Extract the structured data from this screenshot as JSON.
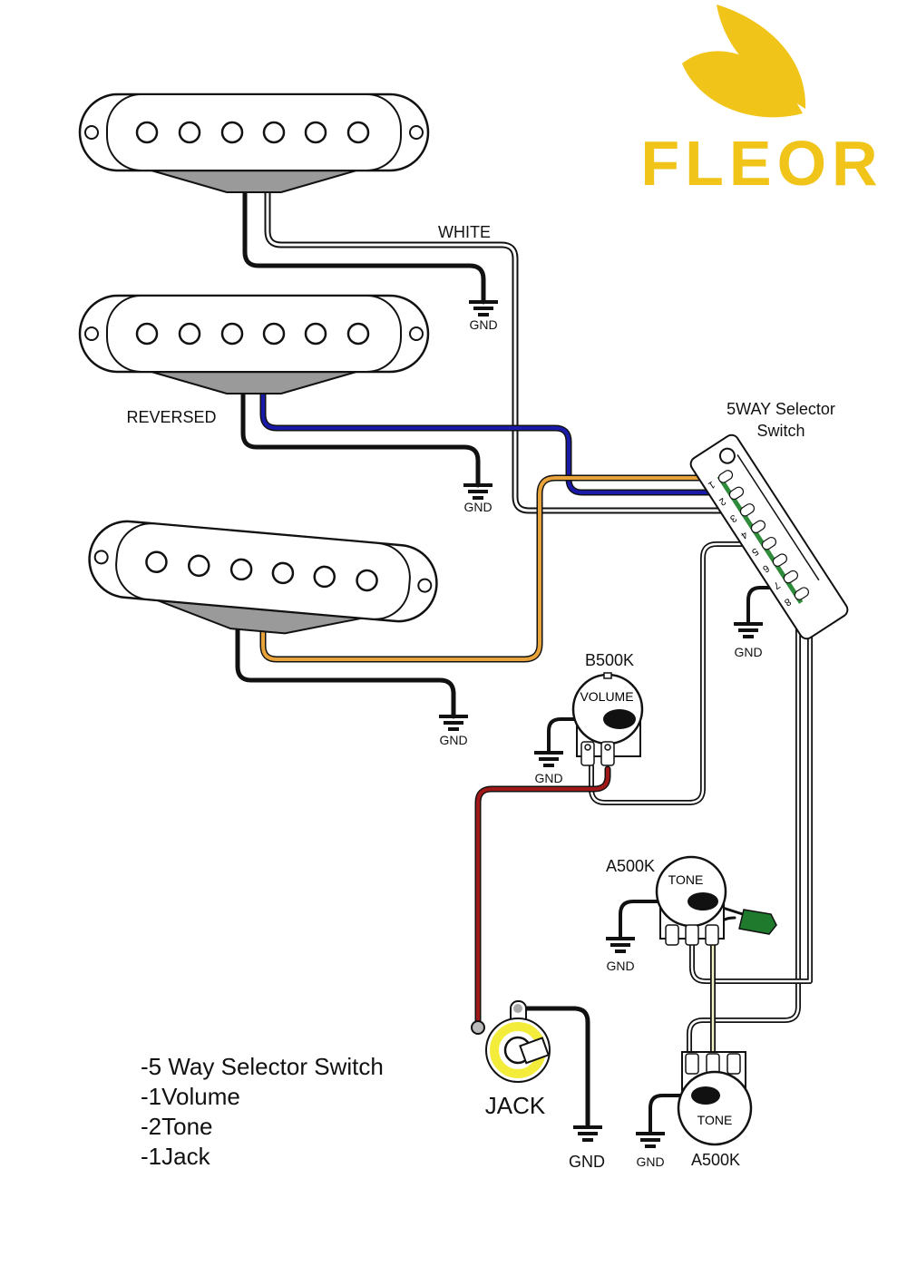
{
  "logo": {
    "text": "FLEOR",
    "color": "#f0c419"
  },
  "labels": {
    "white": "WHITE",
    "reversed": "REVERSED",
    "switch_line1": "5WAY Selector",
    "switch_line2": "Switch",
    "gnd": "GND",
    "volume_value": "B500K",
    "volume": "VOLUME",
    "tone1_value": "A500K",
    "tone": "TONE",
    "tone2_value": "A500K",
    "jack": "JACK"
  },
  "switch_lugs": [
    "1",
    "2",
    "3",
    "4",
    "5",
    "6",
    "7",
    "8"
  ],
  "parts_list": [
    "-5 Way Selector Switch",
    "-1Volume",
    "-2Tone",
    "-1Jack"
  ],
  "wire_colors": {
    "black": "#111111",
    "white": "#ffffff",
    "blue": "#1a1aa8",
    "orange": "#e8a33a",
    "red": "#a01818",
    "switch_green": "#2e8b3a",
    "capacitor_green": "#1f7a2e",
    "jack_yellow": "#f3ec3a"
  }
}
